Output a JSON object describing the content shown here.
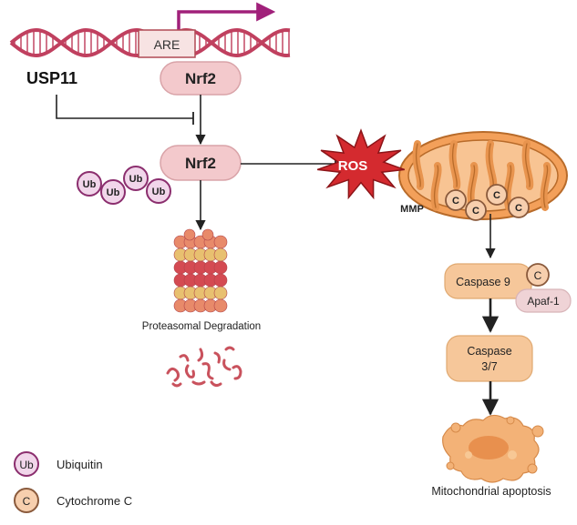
{
  "labels": {
    "are": "ARE",
    "usp11": "USP11",
    "nrf2_top": "Nrf2",
    "nrf2_mid": "Nrf2",
    "ros": "ROS",
    "mmp": "MMP",
    "ub": "Ub",
    "cyt_c": "C",
    "caspase9": "Caspase 9",
    "apaf1": "Apaf-1",
    "caspase37_line1": "Caspase",
    "caspase37_line2": "3/7",
    "proteasomal": "Proteasomal Degradation",
    "mito_apoptosis": "Mitochondrial apoptosis"
  },
  "legend": [
    {
      "symbol": "Ub",
      "label": "Ubiquitin"
    },
    {
      "symbol": "C",
      "label": "Cytochrome C"
    }
  ],
  "colors": {
    "dna": "#c0405f",
    "transcription_arrow": "#a0207a",
    "nrf2_fill": "#f3c9cc",
    "nrf2_stroke": "#d9a3a8",
    "ub_fill": "#f1d6ea",
    "ub_stroke": "#8b2e6e",
    "ros_fill": "#d42a2f",
    "mito_fill": "#f3a05a",
    "mito_stroke": "#b86b2a",
    "cyt_fill": "#f7cfae",
    "cyt_stroke": "#8a5a3c",
    "caspase_fill": "#f6c79a",
    "apaf_fill": "#efd3d6"
  },
  "icons": [
    "dna-helix-icon",
    "proteasome-icon",
    "peptide-fragments-icon",
    "mitochondrion-icon",
    "ros-burst-icon",
    "apoptotic-cell-icon"
  ]
}
